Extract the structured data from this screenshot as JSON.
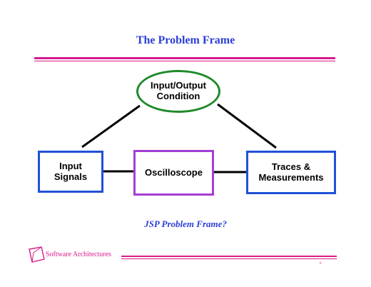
{
  "slide": {
    "title": "The Problem Frame",
    "subtitle": "JSP Problem Frame?",
    "footer_logo_text": "Software Architectures",
    "page_number": "6"
  },
  "diagram": {
    "nodes": {
      "condition": {
        "line1": "Input/Output",
        "line2": "Condition"
      },
      "input": {
        "line1": "Input",
        "line2": "Signals"
      },
      "machine": {
        "line1": "Oscilloscope"
      },
      "output": {
        "line1": "Traces &",
        "line2": "Measurements"
      }
    }
  },
  "colors": {
    "title_blue": "#2b3fd6",
    "accent_magenta": "#d81b8c",
    "domain_border_blue": "#2051d8",
    "machine_border_purple": "#a23fd6",
    "requirement_border_green": "#1f8a2a"
  }
}
